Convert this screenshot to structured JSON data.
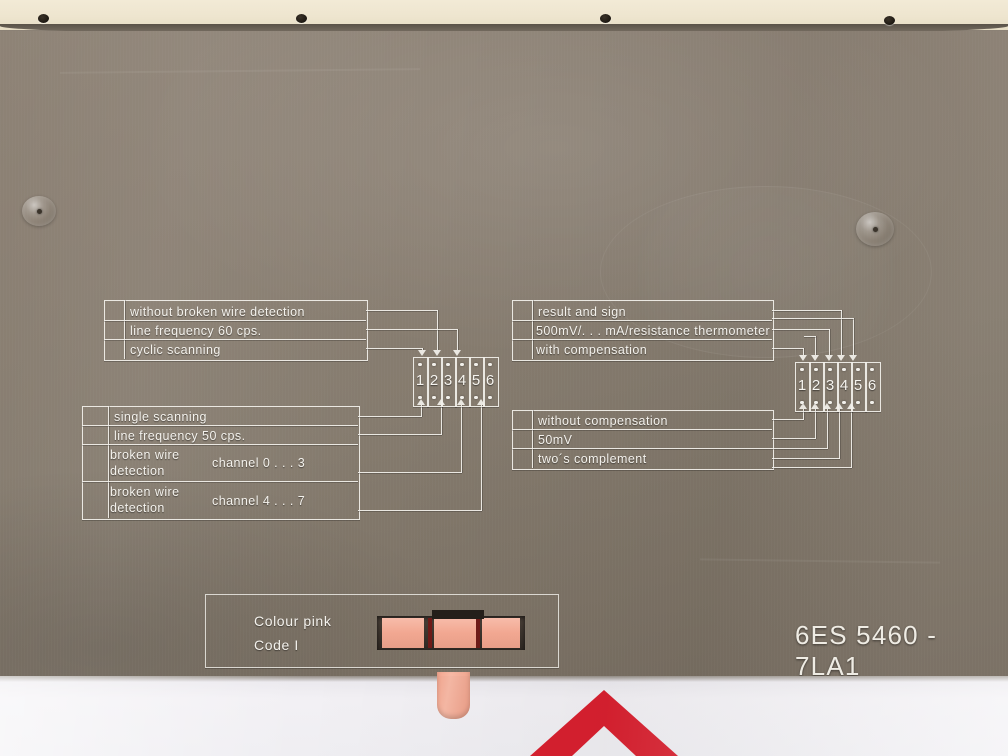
{
  "device": {
    "part_number": "6ES 5460 - 7LA1",
    "code_panel": {
      "line1": "Colour pink",
      "line2": "Code I"
    }
  },
  "left_group": {
    "top_box": {
      "rows": [
        {
          "label": "without broken wire detection"
        },
        {
          "label": "line frequency 60 cps."
        },
        {
          "label": "cyclic scanning"
        }
      ]
    },
    "bottom_box": {
      "rows": [
        {
          "label": "single scanning",
          "channel": ""
        },
        {
          "label": "line frequency 50 cps.",
          "channel": ""
        },
        {
          "label": "broken wire",
          "label2": "detection",
          "channel": "channel 0 . . . 3"
        },
        {
          "label": "broken wire",
          "label2": "detection",
          "channel": "channel 4 . . . 7"
        }
      ]
    },
    "switch_bank": {
      "labels": [
        "1",
        "2",
        "3",
        "4",
        "5",
        "6"
      ]
    }
  },
  "right_group": {
    "top_box": {
      "rows": [
        {
          "label": "result and sign"
        },
        {
          "label": "500mV/. . . mA/resistance thermometer"
        },
        {
          "label": "with compensation"
        }
      ]
    },
    "bottom_box": {
      "rows": [
        {
          "label": "without compensation"
        },
        {
          "label": "50mV"
        },
        {
          "label": "two´s complement"
        }
      ]
    },
    "switch_bank": {
      "labels": [
        "1",
        "2",
        "3",
        "4",
        "5",
        "6"
      ]
    }
  },
  "colors": {
    "plate": "#857b6e",
    "engraving": "#f3f1ec",
    "top_strip": "#eee5cf",
    "slider_pink": "#f2a892",
    "slider_separator": "#6e1b18",
    "warning_red": "#d8202f",
    "bottom_surface": "#efeef2"
  }
}
